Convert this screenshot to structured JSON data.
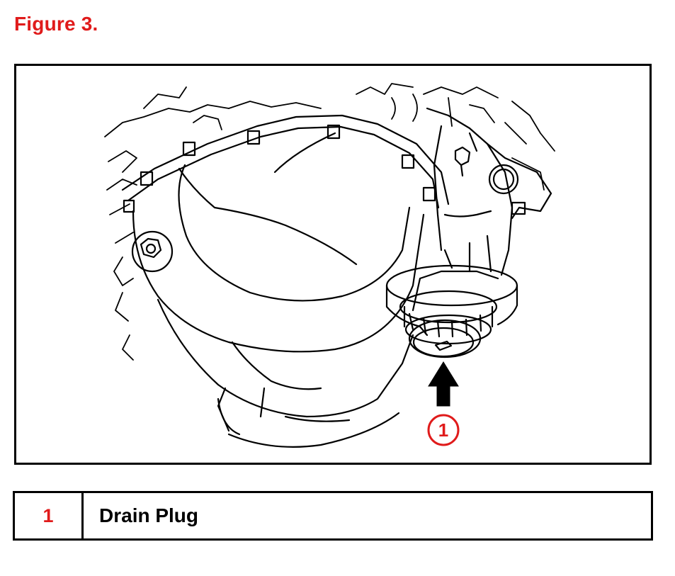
{
  "figure": {
    "title": "Figure 3.",
    "accent_color": "#e01b1b",
    "callout": {
      "number": "1",
      "icon": "arrow-up-icon"
    }
  },
  "legend": {
    "rows": [
      {
        "number": "1",
        "label": "Drain Plug"
      }
    ]
  }
}
